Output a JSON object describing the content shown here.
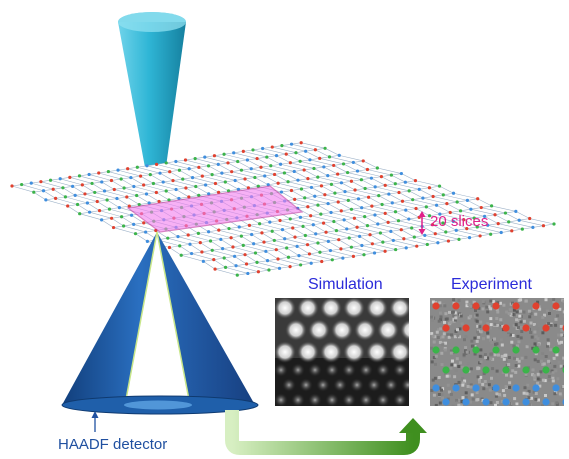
{
  "labels": {
    "slices": "20 slices",
    "simulation": "Simulation",
    "experiment": "Experiment",
    "detector": "HAADF detector"
  },
  "colors": {
    "beam": "#2fb6d6",
    "beam_dark": "#1b8fb0",
    "cone": "#1f5faa",
    "cone_dark": "#123f7c",
    "slice_highlight": "#f27ef0",
    "slice_label": "#e0218a",
    "title_label": "#2b2bd9",
    "detector_label": "#2050a0",
    "arrow": "#6bb43a",
    "atom_red": "#e0412f",
    "atom_green": "#3bb34a",
    "atom_blue": "#3f8ede"
  }
}
